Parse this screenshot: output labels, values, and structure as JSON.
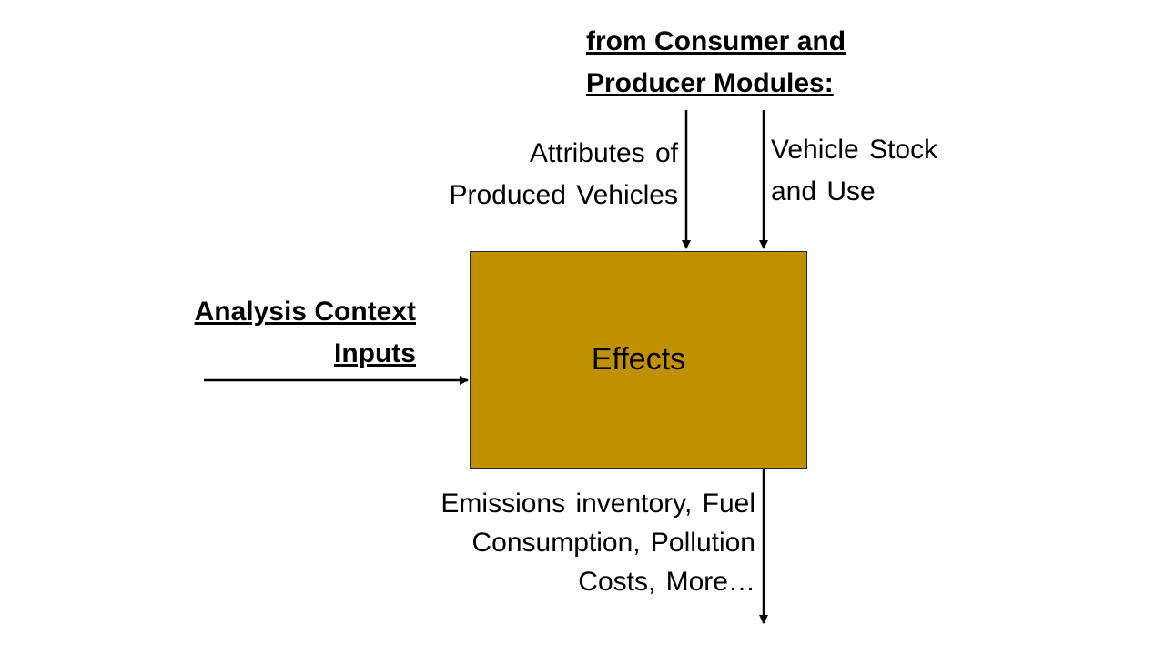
{
  "diagram": {
    "top_heading": [
      "from Consumer and",
      "Producer Modules:"
    ],
    "attributes_label": [
      "Attributes of",
      "Produced Vehicles"
    ],
    "stock_label": [
      "Vehicle Stock",
      "and Use"
    ],
    "left_heading": [
      "Analysis Context",
      "Inputs"
    ],
    "box_label": "Effects",
    "output_label": [
      "Emissions inventory, Fuel",
      "Consumption, Pollution",
      "Costs, More…"
    ],
    "box_color": "#bf9000",
    "arrow_color": "#000000"
  }
}
